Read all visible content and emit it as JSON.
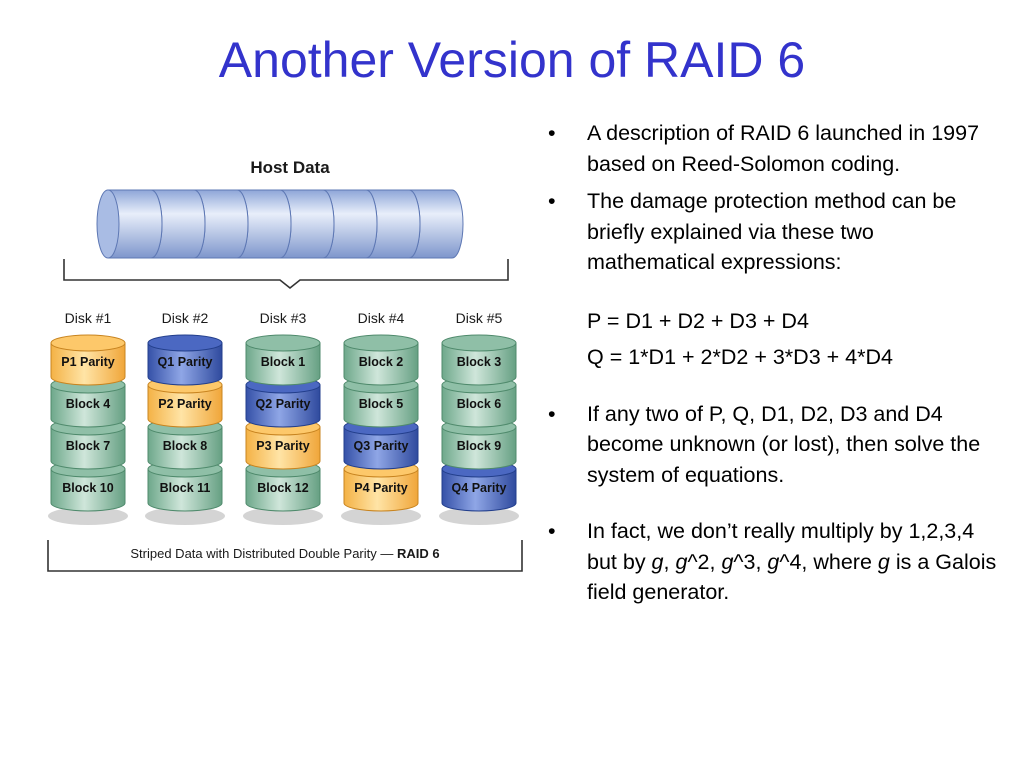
{
  "slide": {
    "title": "Another Version of RAID 6",
    "title_color": "#3333cc"
  },
  "diagram": {
    "host_title": "Host Data",
    "host_cylinder_count": 8,
    "disks": [
      "Disk #1",
      "Disk #2",
      "Disk #3",
      "Disk #4",
      "Disk #5"
    ],
    "grid": [
      [
        {
          "label": "P1 Parity",
          "kind": "p"
        },
        {
          "label": "Q1 Parity",
          "kind": "q"
        },
        {
          "label": "Block 1",
          "kind": "d"
        },
        {
          "label": "Block 2",
          "kind": "d"
        },
        {
          "label": "Block 3",
          "kind": "d"
        }
      ],
      [
        {
          "label": "Block 4",
          "kind": "d"
        },
        {
          "label": "P2 Parity",
          "kind": "p"
        },
        {
          "label": "Q2 Parity",
          "kind": "q"
        },
        {
          "label": "Block 5",
          "kind": "d"
        },
        {
          "label": "Block 6",
          "kind": "d"
        }
      ],
      [
        {
          "label": "Block 7",
          "kind": "d"
        },
        {
          "label": "Block 8",
          "kind": "d"
        },
        {
          "label": "P3 Parity",
          "kind": "p"
        },
        {
          "label": "Q3 Parity",
          "kind": "q"
        },
        {
          "label": "Block 9",
          "kind": "d"
        }
      ],
      [
        {
          "label": "Block 10",
          "kind": "d"
        },
        {
          "label": "Block 11",
          "kind": "d"
        },
        {
          "label": "Block 12",
          "kind": "d"
        },
        {
          "label": "P4 Parity",
          "kind": "p"
        },
        {
          "label": "Q4 Parity",
          "kind": "q"
        }
      ]
    ],
    "caption_main": "Striped Data with Distributed Double Parity — ",
    "caption_bold": "RAID 6",
    "colors": {
      "p": "#fdc86a",
      "q": "#4b68c2",
      "d": "#8fbfa7",
      "host": "#a9bce4"
    }
  },
  "bullets": {
    "marker": "•",
    "b1": "A description of RAID 6 launched in 1997 based on Reed-Solomon coding.",
    "b2": "The damage protection method can be briefly explained via these two mathematical expressions:",
    "eq1": "P = D1 + D2 + D3 + D4",
    "eq2": "Q = 1*D1 + 2*D2 + 3*D3 + 4*D4",
    "b3": "If any two of P, Q, D1, D2, D3 and D4 become unknown (or lost), then solve the system of equations.",
    "b4": {
      "t1": "In fact, we don’t really multiply by 1,2,3,4 but by ",
      "g1": "g",
      "t2": ", ",
      "g2": "g",
      "t3": "^2, ",
      "g3": "g",
      "t4": "^3, ",
      "g4": "g",
      "t5": "^4, where ",
      "g5": "g",
      "t6": " is a Galois field generator."
    }
  }
}
